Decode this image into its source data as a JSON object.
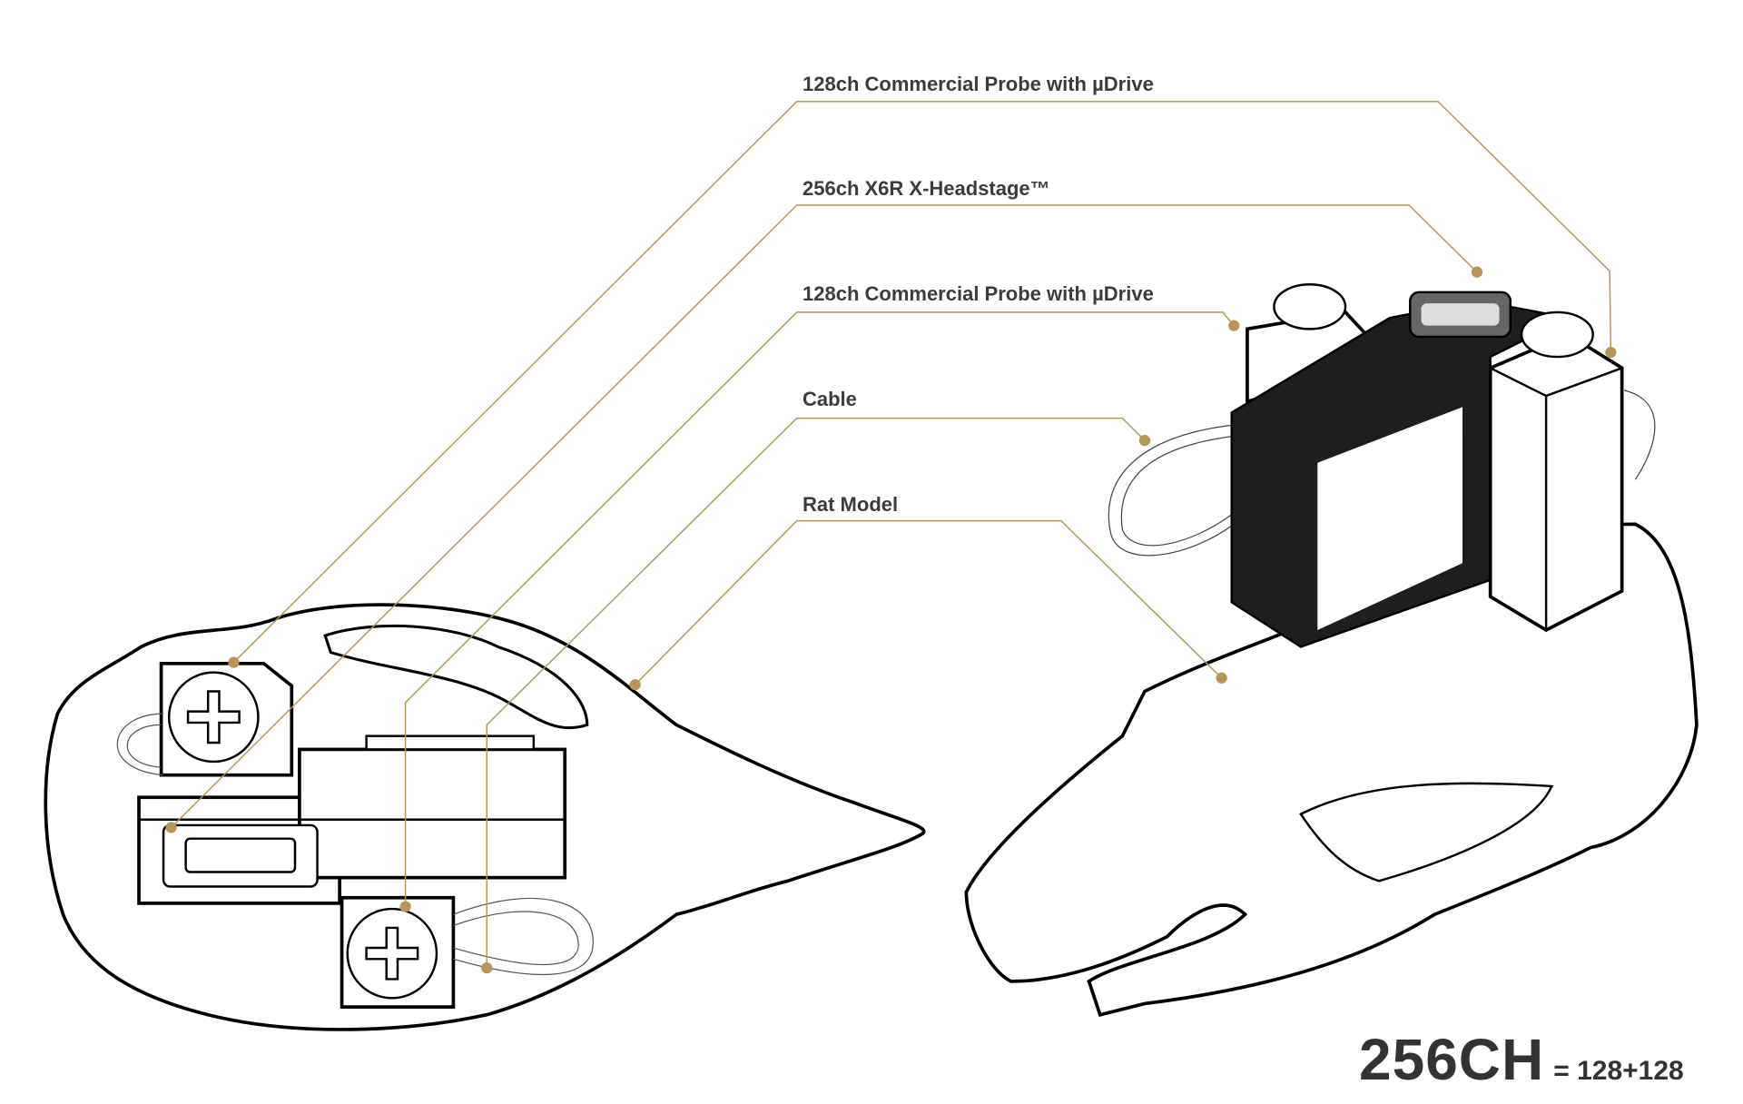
{
  "labels": [
    {
      "text": "128ch Commercial Probe with µDrive"
    },
    {
      "text": "256ch X6R X-Headstage™"
    },
    {
      "text": "128ch Commercial Probe with µDrive"
    },
    {
      "text": "Cable"
    },
    {
      "text": "Rat Model"
    }
  ],
  "total": {
    "main": "256CH",
    "breakdown": "= 128+128"
  },
  "colors": {
    "leader": "#b8965a",
    "text": "#3c3c3c",
    "headstage": "#1e1e1e",
    "outline": "#000000"
  }
}
